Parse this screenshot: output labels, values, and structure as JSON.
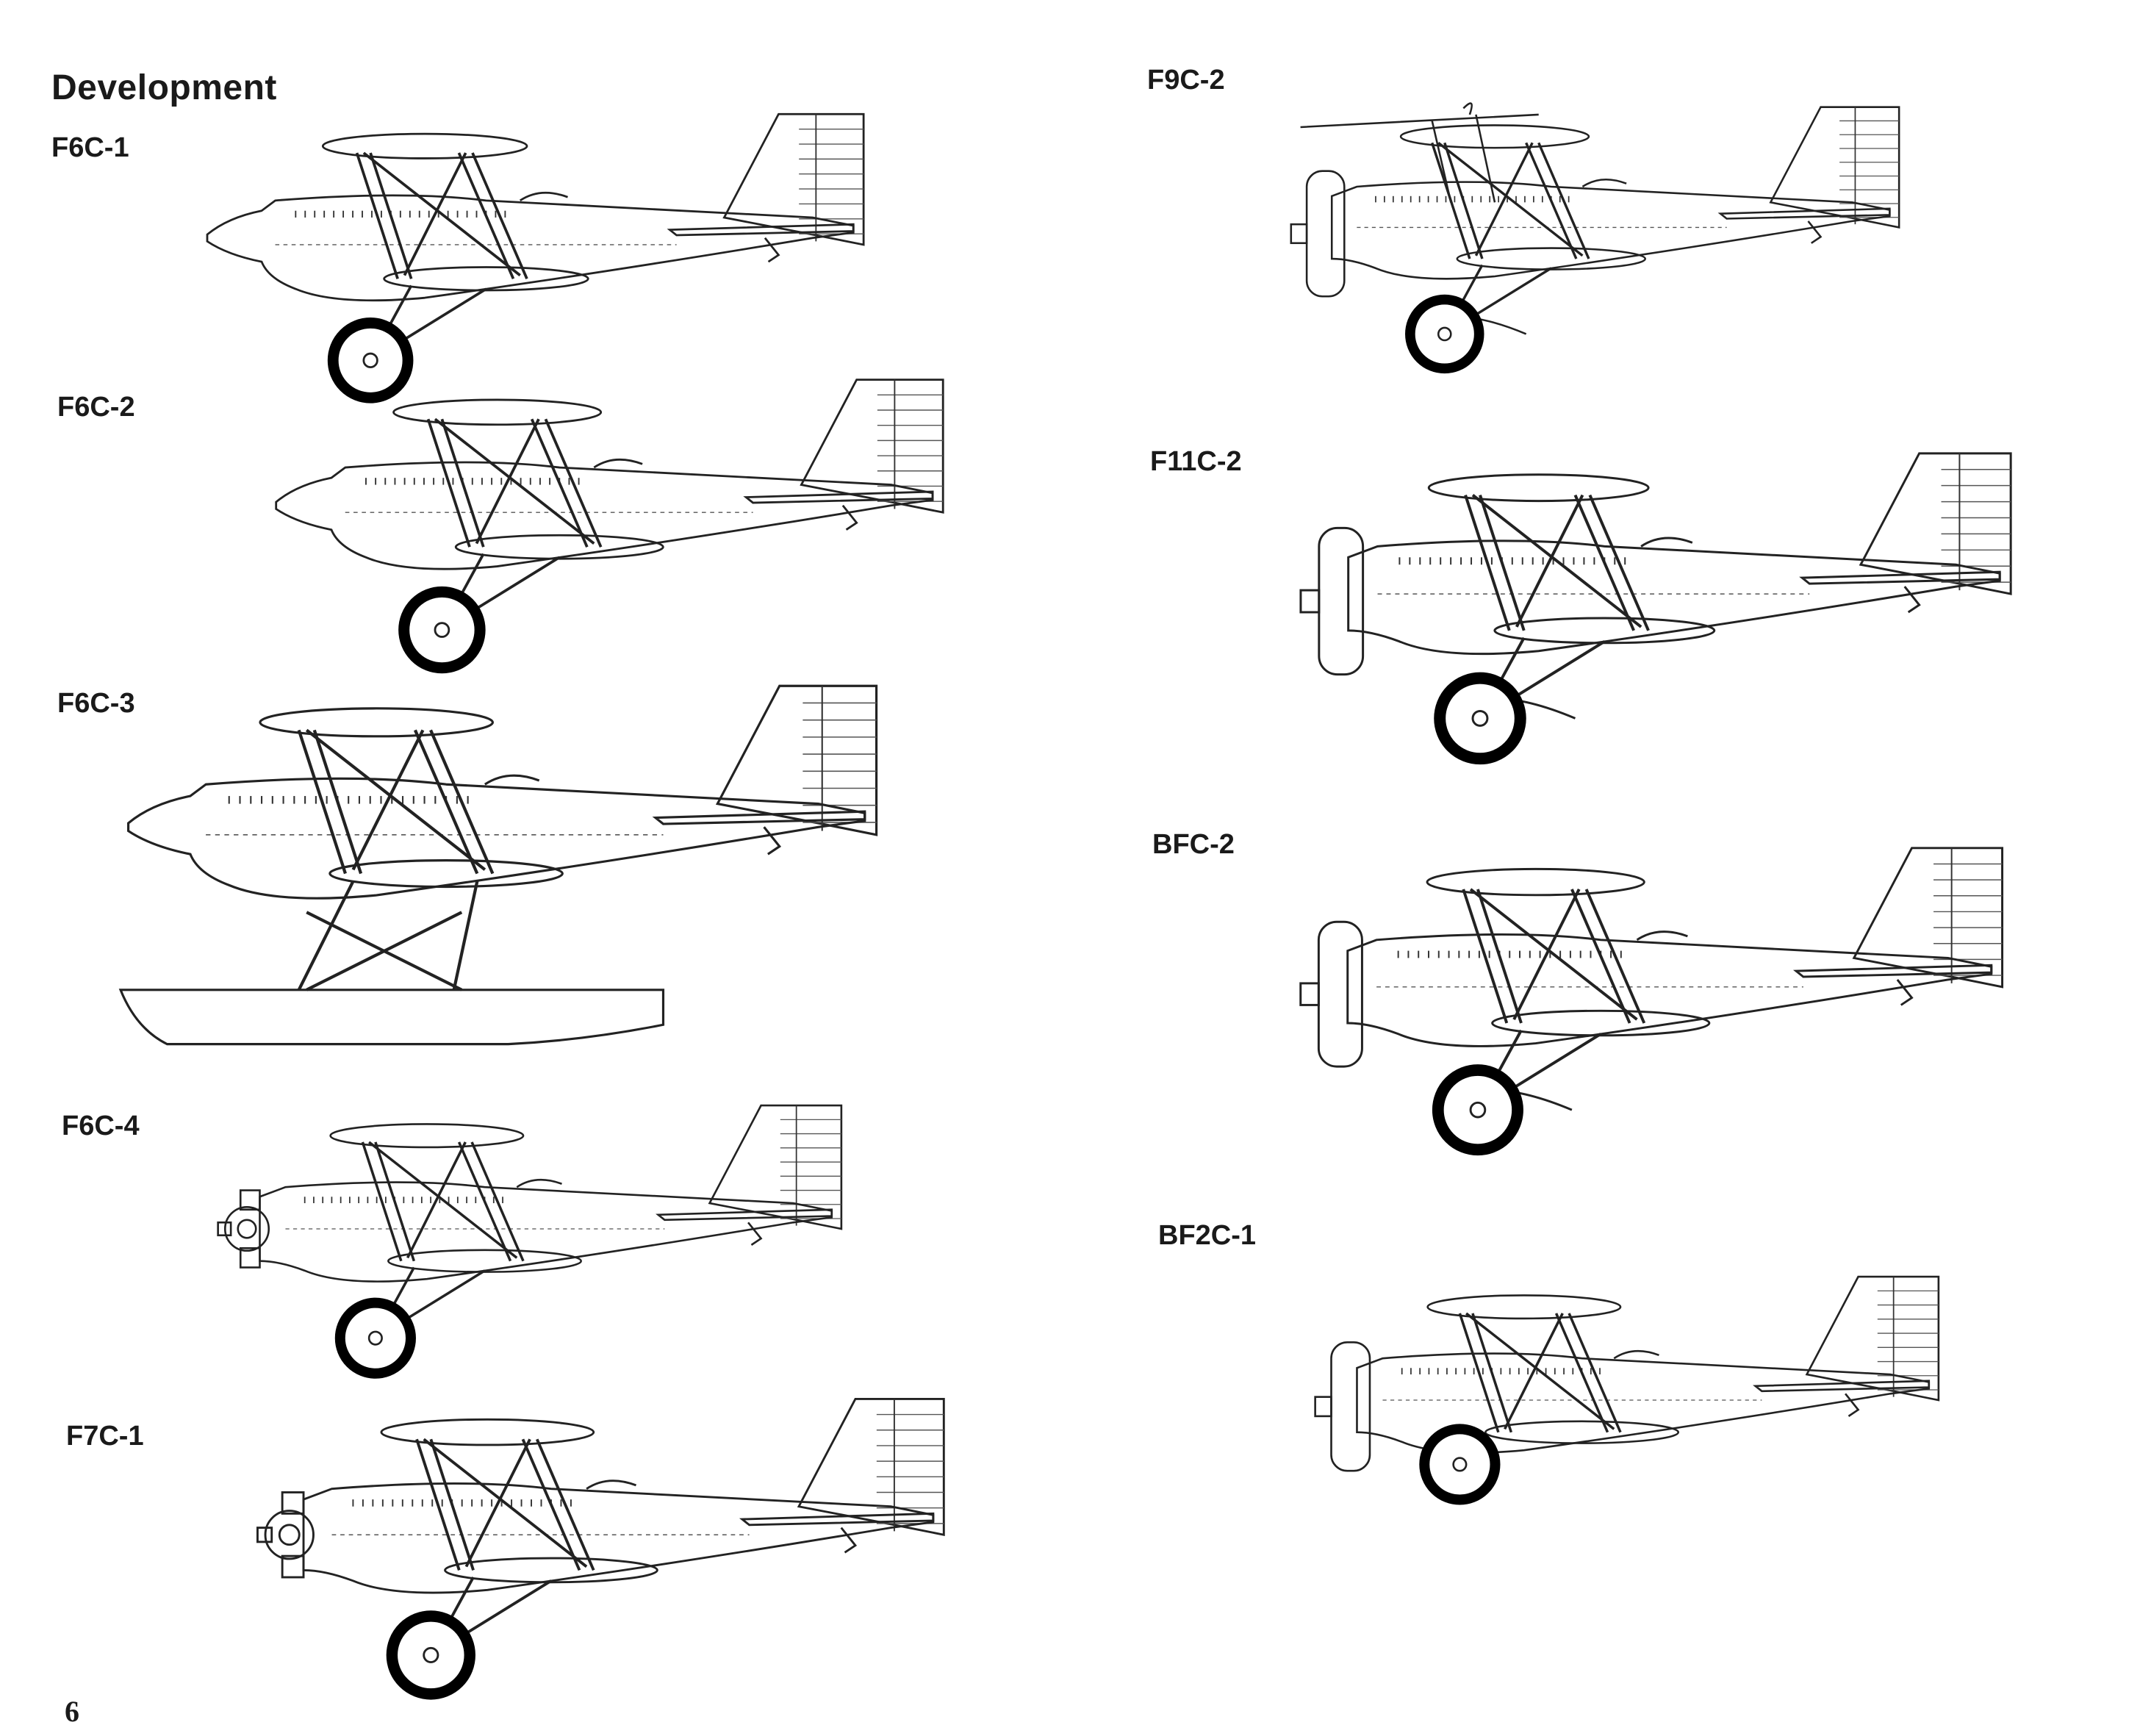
{
  "page": {
    "heading": "Development",
    "number": "6"
  },
  "aircraft": [
    {
      "label": "F6C-1"
    },
    {
      "label": "F6C-2"
    },
    {
      "label": "F6C-3"
    },
    {
      "label": "F6C-4"
    },
    {
      "label": "F7C-1"
    },
    {
      "label": "F9C-2"
    },
    {
      "label": "F11C-2"
    },
    {
      "label": "BFC-2"
    },
    {
      "label": "BF2C-1"
    }
  ]
}
